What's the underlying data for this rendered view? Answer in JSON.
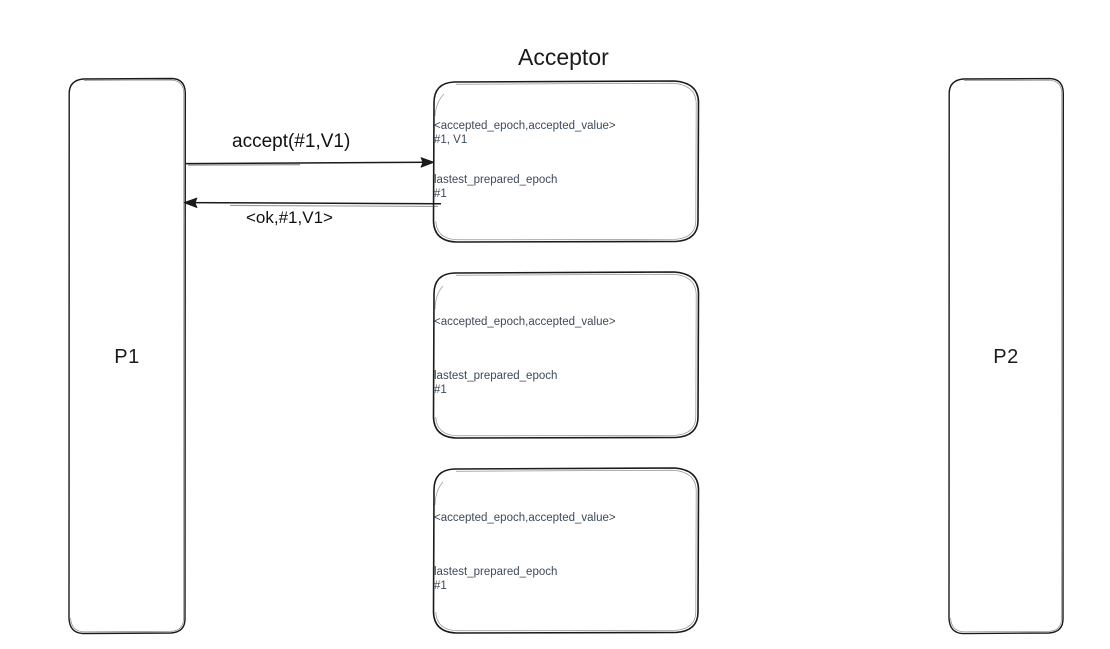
{
  "diagram": {
    "title_acceptor": "Acceptor",
    "participants": [
      {
        "id": "p1",
        "label": "P1"
      },
      {
        "id": "p2",
        "label": "P2"
      }
    ],
    "messages": [
      {
        "id": "m1",
        "label": "accept(#1,V1)",
        "direction": "right"
      },
      {
        "id": "m2",
        "label": "<ok,#1,V1>",
        "direction": "left"
      }
    ],
    "acceptors": [
      {
        "id": "acceptor-1",
        "accepted_key": "<accepted_epoch,accepted_value>",
        "accepted_value": "#1, V1",
        "prepared_key": "lastest_prepared_epoch",
        "prepared_value": "#1"
      },
      {
        "id": "acceptor-2",
        "accepted_key": "<accepted_epoch,accepted_value>",
        "accepted_value": "",
        "prepared_key": "lastest_prepared_epoch",
        "prepared_value": "#1"
      },
      {
        "id": "acceptor-3",
        "accepted_key": "<accepted_epoch,accepted_value>",
        "accepted_value": "",
        "prepared_key": "lastest_prepared_epoch",
        "prepared_value": "#1"
      }
    ],
    "colors": {
      "stroke": "#1a1a1a",
      "state_text": "#3c4a5a",
      "label_text": "#111111",
      "background": "#ffffff"
    }
  }
}
